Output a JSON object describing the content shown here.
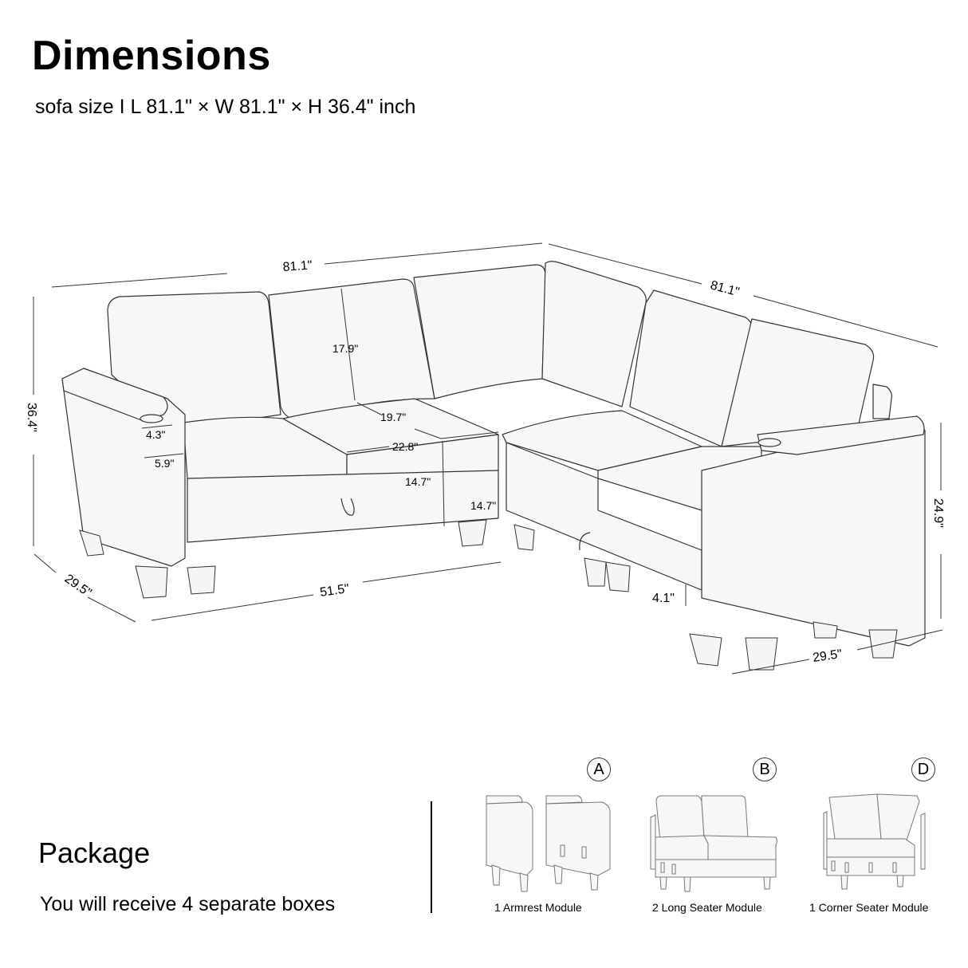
{
  "header": {
    "title": "Dimensions",
    "subtitle": "sofa size I L 81.1\" × W 81.1\" × H 36.4\" inch"
  },
  "dimensions": {
    "overall_length_left": "81.1\"",
    "overall_length_right": "81.1\"",
    "overall_height": "36.4\"",
    "back_height": "17.9\"",
    "seat_depth": "19.7\"",
    "seat_width": "22.8\"",
    "seat_height_front": "14.7\"",
    "seat_height_side": "14.7\"",
    "cupholder_diameter": "4.3\"",
    "armrest_width": "5.9\"",
    "depth_left": "29.5\"",
    "base_length": "51.5\"",
    "arm_height": "24.9\"",
    "leg_height": "4.1\"",
    "depth_right": "29.5\""
  },
  "package": {
    "title": "Package",
    "subtitle": "You will receive 4 separate boxes",
    "modules": [
      {
        "badge": "A",
        "label": "1 Armrest Module",
        "icon": "armrest-module-icon"
      },
      {
        "badge": "B",
        "label": "2 Long Seater Module",
        "icon": "long-seater-module-icon"
      },
      {
        "badge": "D",
        "label": "1 Corner Seater Module",
        "icon": "corner-seater-module-icon"
      }
    ]
  },
  "colors": {
    "line": "#333333",
    "fill": "#f7f7f7",
    "text": "#000000"
  }
}
